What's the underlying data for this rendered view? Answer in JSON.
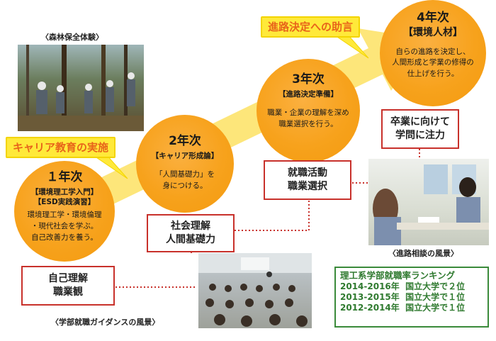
{
  "photos": {
    "forest_caption": "〈森林保全体験〉",
    "consult_caption": "〈進路相談の風景〉",
    "guidance_caption": "〈学部就職ガイダンスの風景〉"
  },
  "callouts": {
    "career_education": "キャリア教育の実施",
    "career_advice": "進路決定への助言"
  },
  "stages": [
    {
      "year": "１年次",
      "course_1": "【環境理工学入門】",
      "course_2": "【ESD実践演習】",
      "desc_1": "環境理工学・環境倫理",
      "desc_2": "・現代社会を学ぶ。",
      "desc_3": "自己改善力を養う。"
    },
    {
      "year": "2年次",
      "course_1": "【キャリア形成論】",
      "desc_1": "「人間基礎力」を",
      "desc_2": "身につける。"
    },
    {
      "year": "3年次",
      "course_1": "【進路決定準備】",
      "desc_1": "職業・企業の理解を深め",
      "desc_2": "職業選択を行う。"
    },
    {
      "year": "4年次",
      "course_1": "【環境人材】",
      "desc_1": "自らの進路を決定し、",
      "desc_2": "人間形成と学業の修得の",
      "desc_3": "仕上げを行う。"
    }
  ],
  "boxes": {
    "self_understanding_1": "自己理解",
    "self_understanding_2": "職業観",
    "social_1": "社会理解",
    "social_2": "人間基礎力",
    "job_hunting_1": "就職活動",
    "job_hunting_2": "職業選択",
    "graduation_1": "卒業に向けて",
    "graduation_2": "学問に注力"
  },
  "ranking": {
    "title": "理工系学部就職率ランキング",
    "rows": [
      "2014-2016年  国立大学で２位",
      "2013-2015年  国立大学で１位",
      "2012-2014年  国立大学で１位"
    ]
  },
  "colors": {
    "circle": "#f7a21c",
    "arrow": "#fde36b",
    "callout_bg": "#ffe93a",
    "callout_text": "#e8641a",
    "box_border": "#c8312b",
    "ranking_border": "#3a8a3a"
  }
}
